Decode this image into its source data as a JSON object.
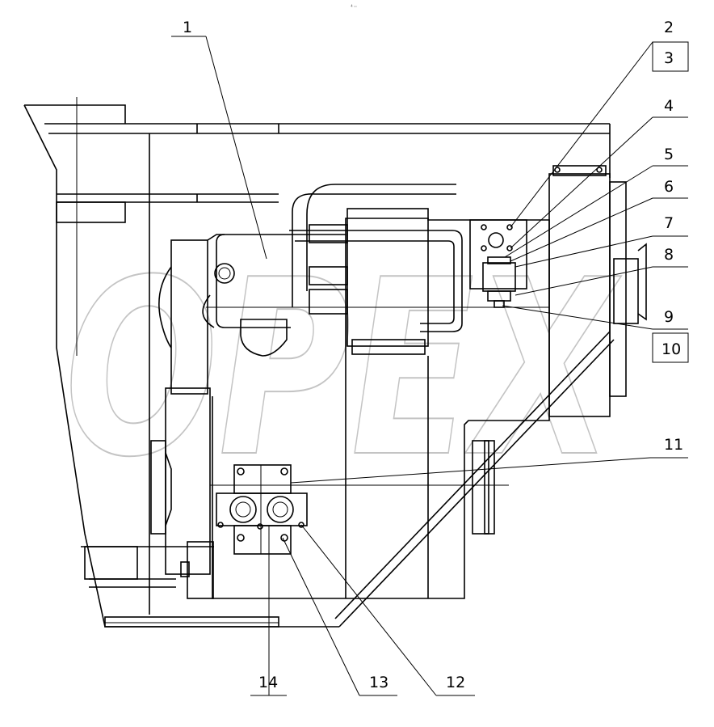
{
  "header_mark": "₰ ₌₌",
  "watermark": "OPEX",
  "callouts": [
    "1",
    "2",
    "3",
    "4",
    "5",
    "6",
    "7",
    "8",
    "9",
    "10",
    "11",
    "12",
    "13",
    "14"
  ],
  "colors": {
    "line": "#000000",
    "watermark": "#b8b8b8",
    "background": "#ffffff"
  }
}
